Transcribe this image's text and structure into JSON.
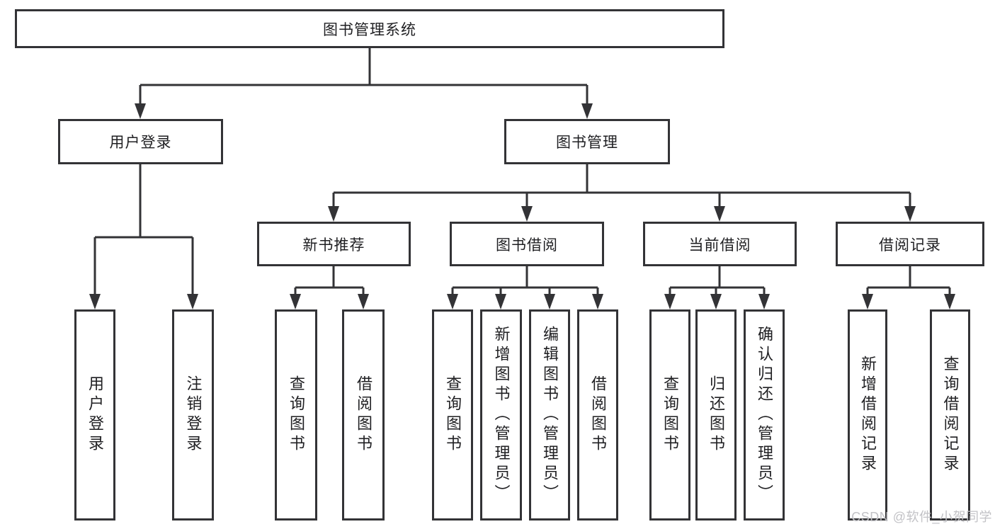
{
  "diagram": {
    "title": "图书管理系统",
    "tree": {
      "label": "图书管理系统",
      "children": [
        {
          "label": "用户登录",
          "children": [
            {
              "label": "用户登录"
            },
            {
              "label": "注销登录"
            }
          ]
        },
        {
          "label": "图书管理",
          "children": [
            {
              "label": "新书推荐",
              "children": [
                {
                  "label": "查询图书"
                },
                {
                  "label": "借阅图书"
                }
              ]
            },
            {
              "label": "图书借阅",
              "children": [
                {
                  "label": "查询图书"
                },
                {
                  "label": "新增图书（管理员）"
                },
                {
                  "label": "编辑图书（管理员）"
                },
                {
                  "label": "借阅图书"
                }
              ]
            },
            {
              "label": "当前借阅",
              "children": [
                {
                  "label": "查询图书"
                },
                {
                  "label": "归还图书"
                },
                {
                  "label": "确认归还（管理员）"
                }
              ]
            },
            {
              "label": "借阅记录",
              "children": [
                {
                  "label": "新增借阅记录"
                },
                {
                  "label": "查询借阅记录"
                }
              ]
            }
          ]
        }
      ]
    },
    "colors": {
      "line": "#333336",
      "text": "#1f1f22",
      "background": "#ffffff",
      "watermark_text": "#c2c2c6"
    }
  },
  "watermark": {
    "text": "CSDN @软件_小贺同学"
  }
}
